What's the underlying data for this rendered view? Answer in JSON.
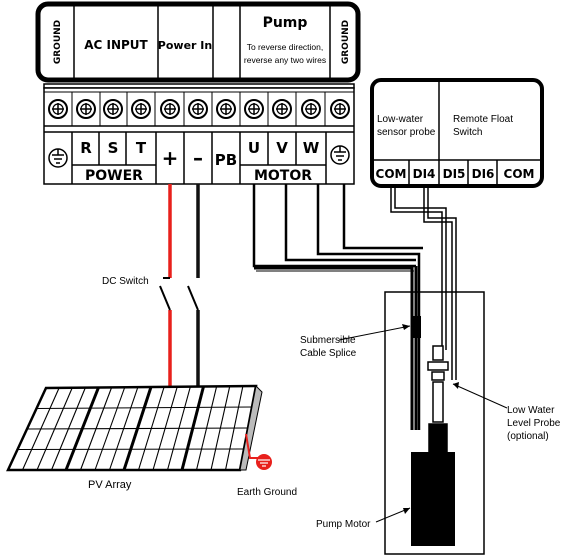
{
  "top_block": {
    "ground_left": "GROUND",
    "ac_input": "AC INPUT",
    "power_in": "Power In",
    "pump_title": "Pump",
    "pump_note_1": "To reverse direction,",
    "pump_note_2": "reverse any two wires",
    "ground_right": "GROUND"
  },
  "terminals": {
    "r": "R",
    "s": "S",
    "t": "T",
    "plus": "+",
    "minus": "–",
    "pb": "PB",
    "u": "U",
    "v": "V",
    "w": "W",
    "power": "POWER",
    "motor": "MOTOR"
  },
  "io_box": {
    "low_water_1": "Low-water",
    "low_water_2": "sensor probe",
    "remote_float_1": "Remote Float",
    "remote_float_2": "Switch",
    "com_left": "COM",
    "di4": "DI4",
    "di5": "DI5",
    "di6": "DI6",
    "com_right": "COM"
  },
  "labels": {
    "dc_switch": "DC Switch",
    "pv_array": "PV Array",
    "earth_ground": "Earth Ground",
    "splice_1": "Submersible",
    "splice_2": "Cable Splice",
    "probe_1": "Low Water",
    "probe_2": "Level Probe",
    "probe_3": "(optional)",
    "pump_motor": "Pump Motor"
  },
  "colors": {
    "positive_wire": "#e8201c",
    "negative_wire": "#111111",
    "earth_symbol": "#e8201c"
  }
}
